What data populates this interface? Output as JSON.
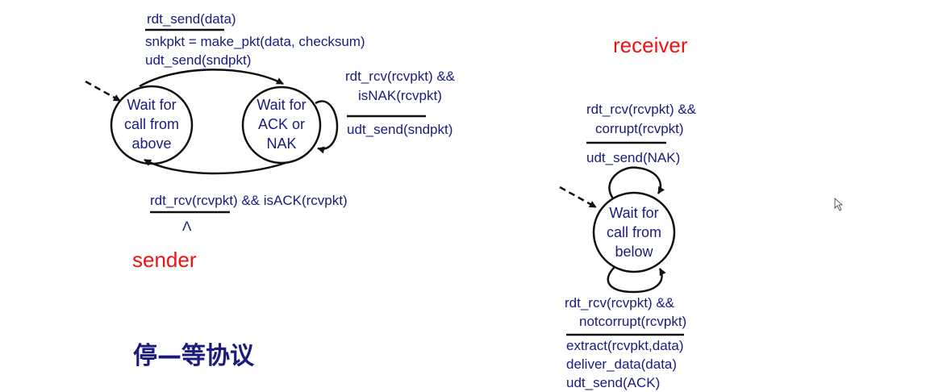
{
  "sender": {
    "role_label": "sender",
    "states": {
      "wait_call_above": [
        "Wait for",
        "call from",
        "above"
      ],
      "wait_ack_nak": [
        "Wait for",
        "ACK or",
        "NAK"
      ]
    },
    "t_send": {
      "event": "rdt_send(data)",
      "actions": [
        "snkpkt = make_pkt(data, checksum)",
        "udt_send(sndpkt)"
      ]
    },
    "t_nak": {
      "event": [
        "rdt_rcv(rcvpkt) &&",
        "isNAK(rcvpkt)"
      ],
      "action": "udt_send(sndpkt)"
    },
    "t_ack": {
      "event": "rdt_rcv(rcvpkt) && isACK(rcvpkt)",
      "action": "Λ"
    }
  },
  "receiver": {
    "role_label": "receiver",
    "states": {
      "wait_call_below": [
        "Wait for",
        "call from",
        "below"
      ]
    },
    "t_corrupt": {
      "event": [
        "rdt_rcv(rcvpkt) &&",
        "corrupt(rcvpkt)"
      ],
      "action": "udt_send(NAK)"
    },
    "t_ok": {
      "event": [
        "rdt_rcv(rcvpkt) &&",
        "notcorrupt(rcvpkt)"
      ],
      "actions": [
        "extract(rcvpkt,data)",
        "deliver_data(data)",
        "udt_send(ACK)"
      ]
    }
  },
  "title": "停—等协议",
  "colors": {
    "text": "#1a1a80",
    "role": "#ee1111",
    "line": "#111111"
  }
}
